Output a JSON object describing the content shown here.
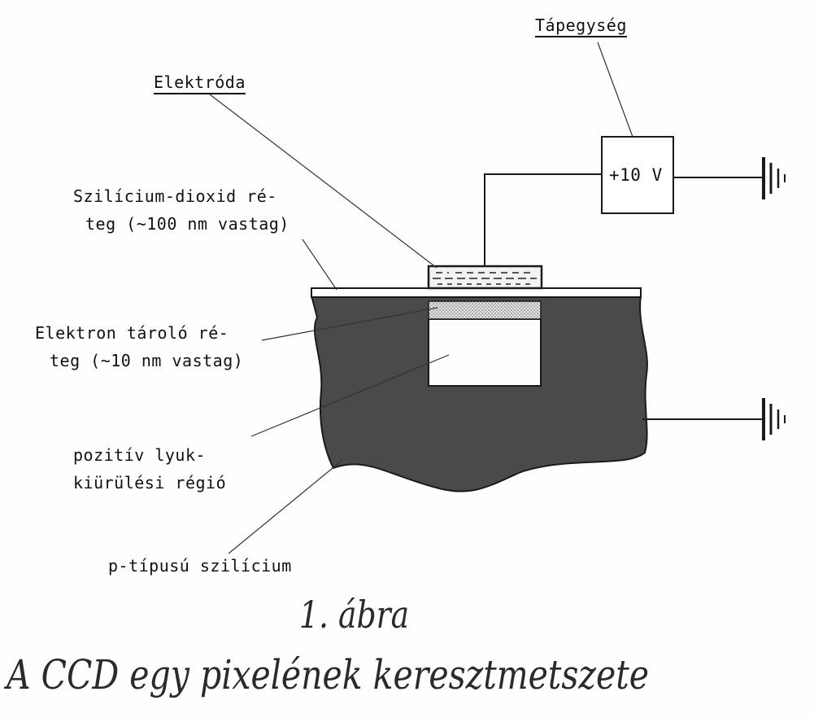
{
  "labels": {
    "elektroda": "Elektróda",
    "tapegyseg": "Tápegység",
    "voltage": "+10 V",
    "oxide_line1": "Szilícium-dioxid ré-",
    "oxide_line2": "teg (~100 nm vastag)",
    "storage_line1": "Elektron tároló ré-",
    "storage_line2": "teg (~10 nm vastag)",
    "depletion_line1": "pozitív lyuk-",
    "depletion_line2": "kiürülési régió",
    "substrate": "p-típusú szilícium"
  },
  "caption": {
    "number": "1. ábra",
    "title": "A CCD egy pixelének  keresztmetszete"
  },
  "colors": {
    "silicon": "#4a4a4a",
    "line": "#1a1a1a",
    "paper": "#fefefe"
  }
}
